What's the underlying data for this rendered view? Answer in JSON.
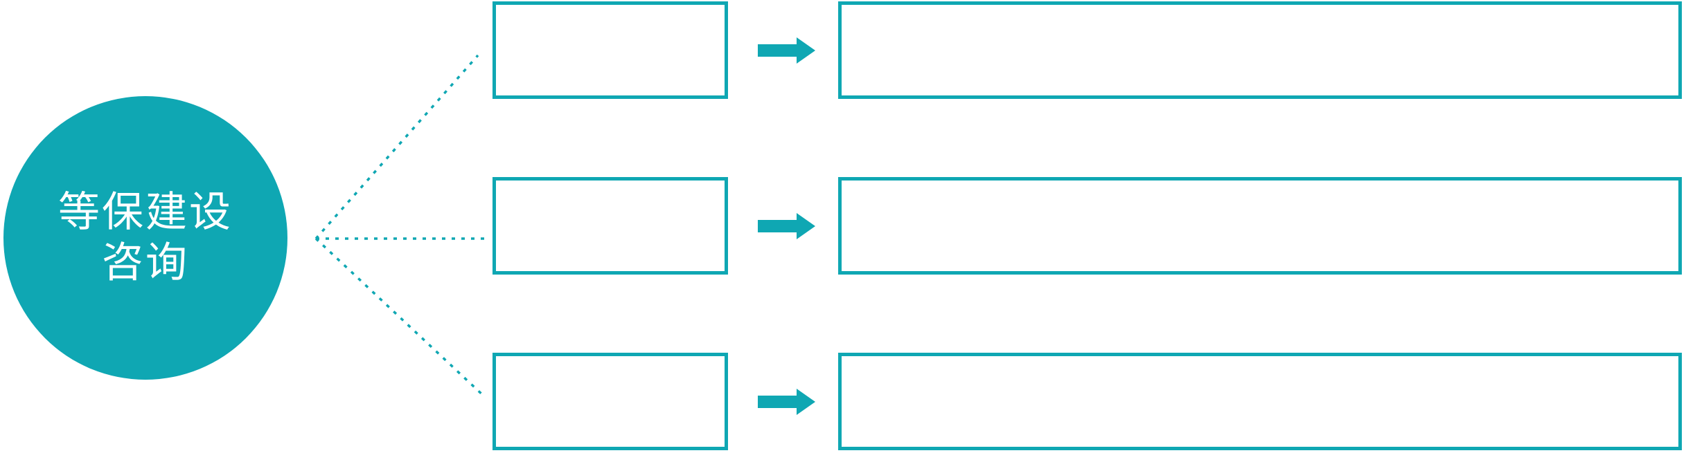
{
  "colors": {
    "accent": "#0FA7B3",
    "background": "#FFFFFF",
    "text_on_accent": "#FFFFFF"
  },
  "root_node": {
    "label": "等保建设咨询",
    "label_line1": "等保建设",
    "label_line2": "咨询"
  },
  "branches": [
    {
      "id": 1,
      "small_box_text": "",
      "large_box_text": ""
    },
    {
      "id": 2,
      "small_box_text": "",
      "large_box_text": ""
    },
    {
      "id": 3,
      "small_box_text": "",
      "large_box_text": ""
    }
  ],
  "icons": {
    "arrow_right_icon": "➡",
    "connector_line": "dotted-line"
  }
}
